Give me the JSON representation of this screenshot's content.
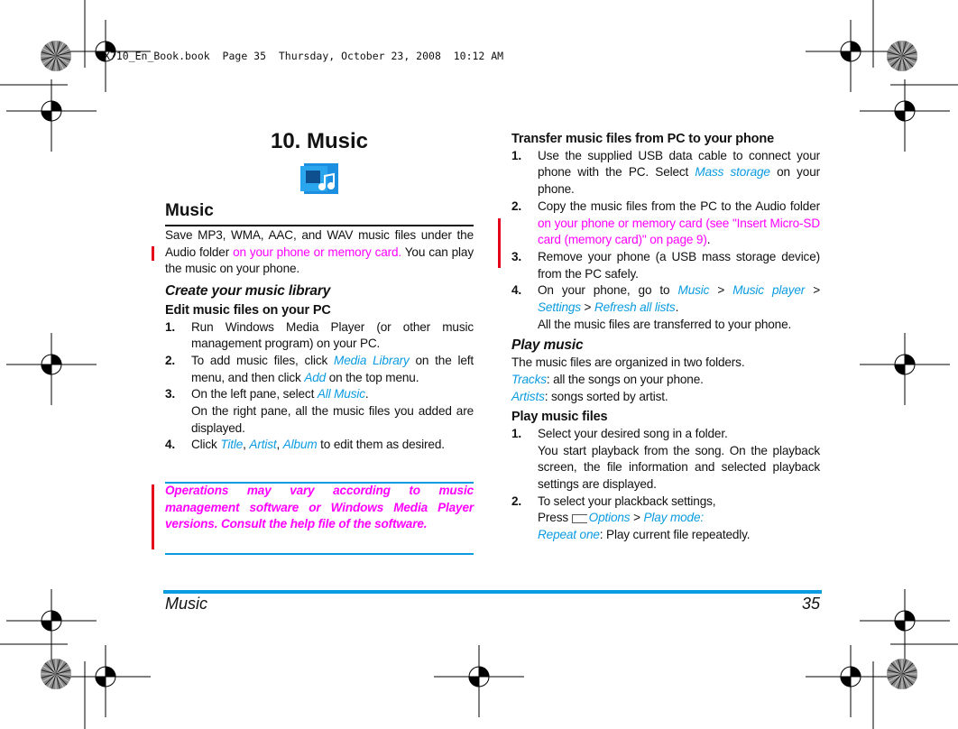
{
  "print_header": "X710_En_Book.book  Page 35  Thursday, October 23, 2008  10:12 AM",
  "chapter_title": "10. Music",
  "left": {
    "section_title": "Music",
    "intro": [
      "Save MP3, WMA, AAC, and WAV music files under the Audio folder ",
      "on your phone or memory card.",
      " You can play the music on your phone."
    ],
    "subtitle": "Create your music library",
    "subheading": "Edit music files on your PC",
    "steps": [
      {
        "n": "1.",
        "parts": [
          "Run Windows Media Player (or other music management program) on your PC."
        ]
      },
      {
        "n": "2.",
        "parts": [
          "To add music files, click ",
          "Media Library",
          " on the left menu, and then click ",
          "Add",
          " on the top menu."
        ]
      },
      {
        "n": "3.",
        "parts": [
          "On the left pane, select ",
          "All Music",
          "."
        ],
        "extra": "On the right pane, all the music files you added are displayed."
      },
      {
        "n": "4.",
        "parts": [
          "Click ",
          "Title",
          ", ",
          "Artist",
          ", ",
          "Album",
          " to edit them as desired."
        ]
      }
    ],
    "note": "Operations may vary according to music management software or Windows Media Player versions. Consult the help file of the software."
  },
  "right": {
    "heading": "Transfer music files from PC to your phone",
    "steps": [
      {
        "n": "1.",
        "parts": [
          "Use the supplied USB data cable to connect your phone with the PC. Select ",
          "Mass storage",
          " on your phone."
        ]
      },
      {
        "n": "2.",
        "parts": [
          "Copy the music files from the PC to the Audio folder ",
          "on your phone or memory card (see \"Insert Micro-SD card (memory card)\" on page 9)",
          "."
        ]
      },
      {
        "n": "3.",
        "parts": [
          "Remove your phone (a USB mass storage device) from the PC safely."
        ]
      },
      {
        "n": "4.",
        "parts": [
          "On your phone, go to ",
          "Music",
          " > ",
          "Music player",
          " > ",
          "Settings",
          " > ",
          "Refresh all lists",
          "."
        ],
        "extra": "All the music files are transferred to your phone."
      }
    ],
    "play_title": "Play music",
    "play_intro": "The music files are organized in two folders.",
    "tracks": [
      "Tracks",
      ": all the songs on your phone."
    ],
    "artists": [
      "Artists",
      ": songs sorted by artist."
    ],
    "play_files": "Play music files",
    "play_steps": [
      {
        "n": "1.",
        "text": "Select your desired song in a folder.",
        "extra": "You start playback from the song. On the playback screen, the file information and selected playback settings are displayed."
      },
      {
        "n": "2.",
        "text": "To select your plackback settings,",
        "press": "Press",
        "options": "Options",
        "gt": " > ",
        "mode": "Play mode:",
        "repeat": "Repeat one",
        "repeat_desc": ": Play current file repeatedly."
      }
    ]
  },
  "footer": {
    "section": "Music",
    "page": "35"
  },
  "colors": {
    "accent": "#0a9be0",
    "highlight": "#ff00ff",
    "change_bar": "#e4001b"
  }
}
